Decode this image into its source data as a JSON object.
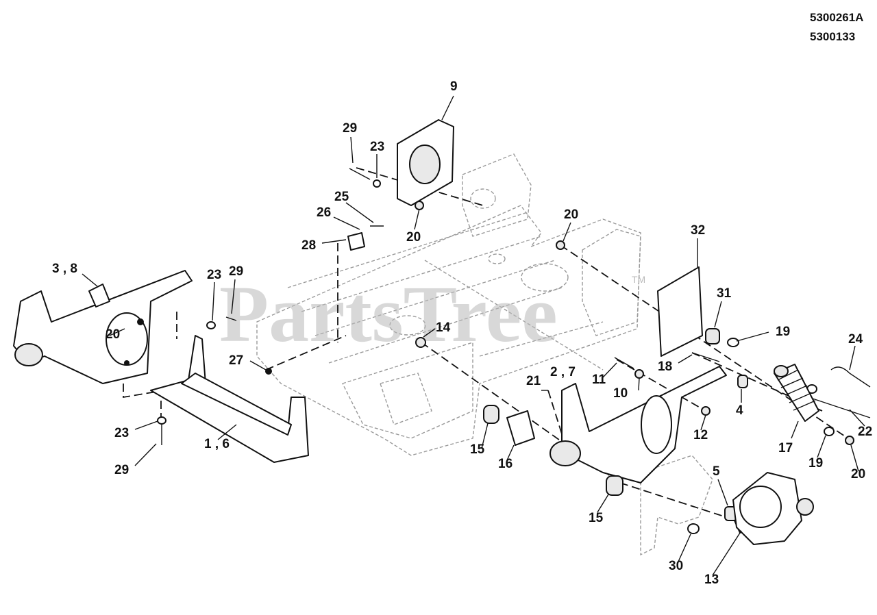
{
  "diagram_codes": [
    "5300261A",
    "5300133"
  ],
  "watermark": {
    "text": "PartsTree",
    "trademark": "TM"
  },
  "callouts": [
    {
      "label": "9",
      "item": "callout-9"
    },
    {
      "label": "29",
      "item": "callout-29-top"
    },
    {
      "label": "23",
      "item": "callout-23-top"
    },
    {
      "label": "25",
      "item": "callout-25"
    },
    {
      "label": "26",
      "item": "callout-26"
    },
    {
      "label": "28",
      "item": "callout-28"
    },
    {
      "label": "20",
      "item": "callout-20-top"
    },
    {
      "label": "20",
      "item": "callout-20-mid"
    },
    {
      "label": "32",
      "item": "callout-32"
    },
    {
      "label": "3 , 8",
      "item": "callout-3-8"
    },
    {
      "label": "23",
      "item": "callout-23-left"
    },
    {
      "label": "29",
      "item": "callout-29-left"
    },
    {
      "label": "20",
      "item": "callout-20-left"
    },
    {
      "label": "31",
      "item": "callout-31"
    },
    {
      "label": "19",
      "item": "callout-19-top"
    },
    {
      "label": "24",
      "item": "callout-24"
    },
    {
      "label": "14",
      "item": "callout-14"
    },
    {
      "label": "27",
      "item": "callout-27"
    },
    {
      "label": "18",
      "item": "callout-18"
    },
    {
      "label": "2 , 7",
      "item": "callout-2-7"
    },
    {
      "label": "11",
      "item": "callout-11"
    },
    {
      "label": "21",
      "item": "callout-21"
    },
    {
      "label": "10",
      "item": "callout-10"
    },
    {
      "label": "4",
      "item": "callout-4"
    },
    {
      "label": "22",
      "item": "callout-22"
    },
    {
      "label": "23",
      "item": "callout-23-bottom"
    },
    {
      "label": "1 , 6",
      "item": "callout-1-6"
    },
    {
      "label": "12",
      "item": "callout-12"
    },
    {
      "label": "17",
      "item": "callout-17"
    },
    {
      "label": "19",
      "item": "callout-19-bottom"
    },
    {
      "label": "29",
      "item": "callout-29-bottom"
    },
    {
      "label": "15",
      "item": "callout-15-left"
    },
    {
      "label": "16",
      "item": "callout-16"
    },
    {
      "label": "20",
      "item": "callout-20-bottom"
    },
    {
      "label": "5",
      "item": "callout-5"
    },
    {
      "label": "15",
      "item": "callout-15-right"
    },
    {
      "label": "30",
      "item": "callout-30"
    },
    {
      "label": "13",
      "item": "callout-13"
    }
  ]
}
